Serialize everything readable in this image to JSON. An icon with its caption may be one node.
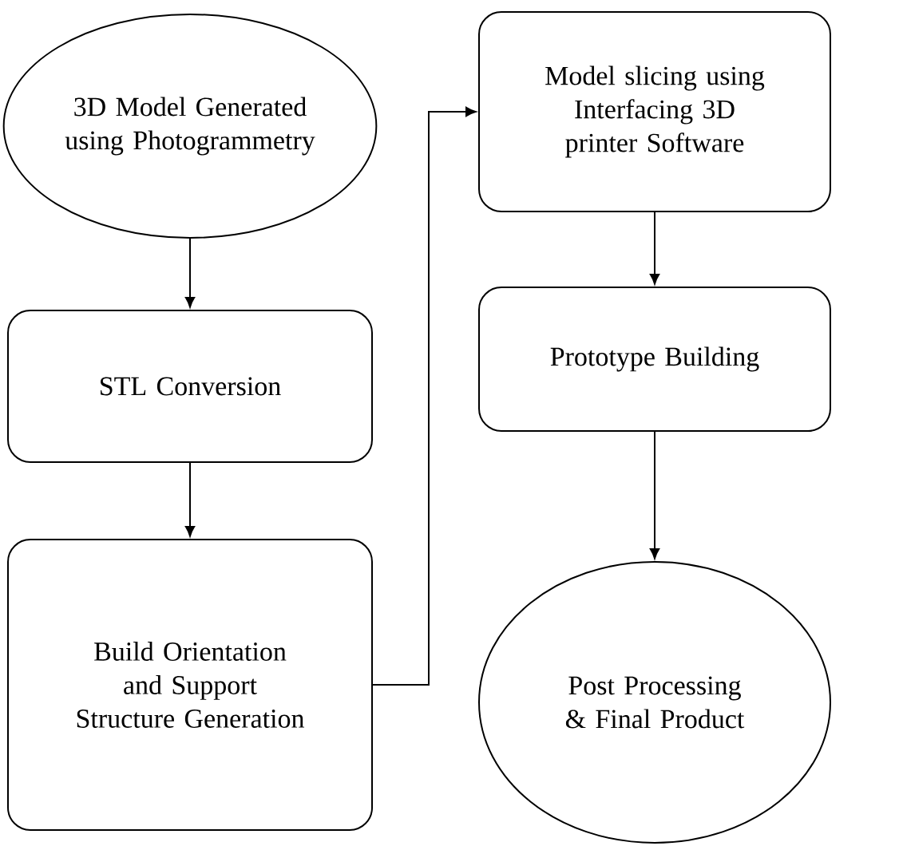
{
  "diagram": {
    "nodes": [
      {
        "text": [
          "3D Model Generated using Photogrammetry"
        ]
      },
      {
        "text": [
          "STL Conversion"
        ]
      },
      {
        "text": [
          "Build Orientation and Support Structure Generation"
        ]
      },
      {
        "text": [
          "Model slicing using Interfacing 3D printer Software"
        ]
      },
      {
        "text": [
          "Prototype Building"
        ]
      },
      {
        "text": [
          "Post Processing & Final Product"
        ]
      }
    ],
    "edges": [
      {
        "from": 0,
        "to": 1,
        "arrow": "to"
      },
      {
        "from": 1,
        "to": 2,
        "arrow": "to"
      },
      {
        "from": 2,
        "to": 3,
        "arrow": "to"
      },
      {
        "from": 3,
        "to": 4,
        "arrow": "to"
      },
      {
        "from": 4,
        "to": 5,
        "arrow": "to"
      }
    ]
  }
}
